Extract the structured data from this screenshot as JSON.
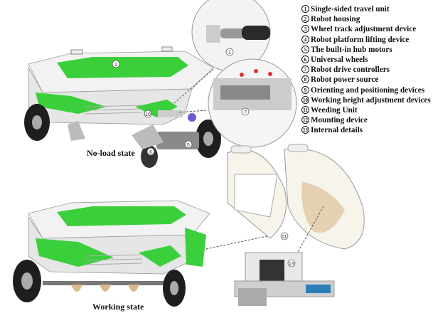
{
  "legend": [
    {
      "num": "1",
      "label": "Single-sided travel unit"
    },
    {
      "num": "2",
      "label": "Robot housing"
    },
    {
      "num": "3",
      "label": "Wheel track adjustment device"
    },
    {
      "num": "4",
      "label": "Robot platform lifting device"
    },
    {
      "num": "5",
      "label": "The built-in hub motors"
    },
    {
      "num": "6",
      "label": "Universal wheels"
    },
    {
      "num": "7",
      "label": "Robot drive controllers"
    },
    {
      "num": "8",
      "label": "Robot power source"
    },
    {
      "num": "9",
      "label": "Orienting and positioning devices"
    },
    {
      "num": "10",
      "label": "Working height adjustment devices"
    },
    {
      "num": "11",
      "label": "Weeding Unit"
    },
    {
      "num": "12",
      "label": "Mounting device"
    },
    {
      "num": "13",
      "label": "Internal details"
    }
  ],
  "states": {
    "top": "No-load state",
    "bottom": "Working state"
  },
  "colors": {
    "housing_green": "#3ccf3c",
    "body": "#eeeeee",
    "wheel": "#1e1e1e",
    "metal": "#9a9a9a"
  }
}
